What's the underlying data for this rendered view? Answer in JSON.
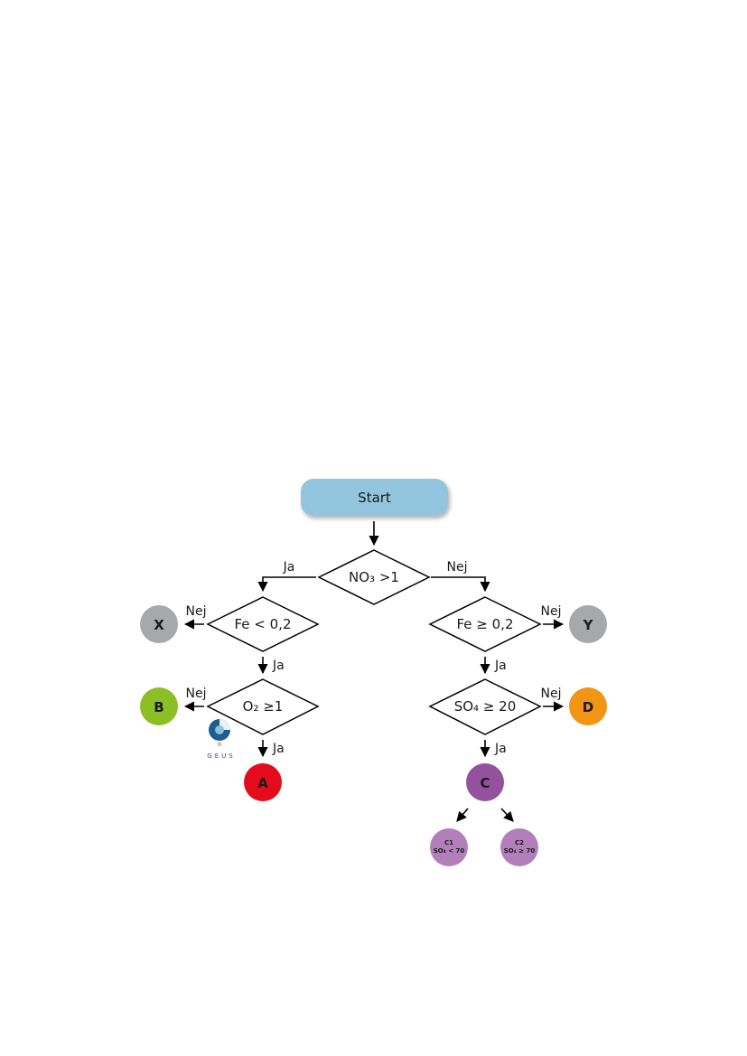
{
  "start": {
    "label": "Start"
  },
  "decisions": {
    "no3": {
      "label": "NO₃ >1"
    },
    "fe_low": {
      "label": "Fe < 0,2"
    },
    "fe_high": {
      "label": "Fe ≥ 0,2"
    },
    "o2": {
      "label": "O₂ ≥1"
    },
    "so4": {
      "label": "SO₄ ≥ 20"
    }
  },
  "edges": {
    "no3_yes": "Ja",
    "no3_no": "Nej",
    "fe_low_no": "Nej",
    "fe_low_yes": "Ja",
    "fe_high_no": "Nej",
    "fe_high_yes": "Ja",
    "o2_no": "Nej",
    "o2_yes": "Ja",
    "so4_no": "Nej",
    "so4_yes": "Ja"
  },
  "terminals": {
    "x": {
      "label": "X",
      "color": "#a6a8ab"
    },
    "y": {
      "label": "Y",
      "color": "#a6a8ab"
    },
    "b": {
      "label": "B",
      "color": "#8cbf26"
    },
    "d": {
      "label": "D",
      "color": "#f29414"
    },
    "a": {
      "label": "A",
      "color": "#e30b1c"
    },
    "c": {
      "label": "C",
      "color": "#94529e"
    },
    "c1": {
      "label": "C1",
      "sub": "SO₄ < 70",
      "color": "#b27fbb"
    },
    "c2": {
      "label": "C2",
      "sub": "SO₄ ≥ 70",
      "color": "#b27fbb"
    }
  },
  "logo": {
    "text": "GEUS"
  },
  "colors": {
    "start_fill": "#93c6de",
    "line": "#000000"
  }
}
